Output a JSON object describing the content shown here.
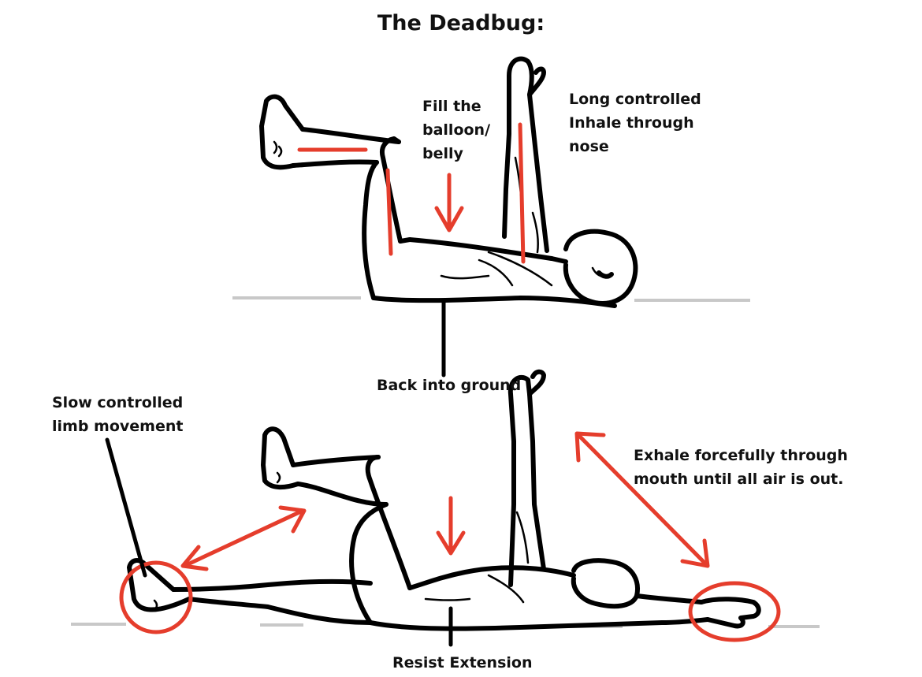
{
  "title": "The Deadbug:",
  "labels": {
    "fill_balloon": [
      "Fill the",
      "balloon/",
      "belly"
    ],
    "inhale": [
      "Long controlled",
      "Inhale through",
      "nose"
    ],
    "back_ground": "Back into ground",
    "slow_limb": [
      "Slow controlled",
      "limb movement"
    ],
    "exhale": [
      "Exhale forcefully through",
      "mouth until all air is out."
    ],
    "resist": "Resist Extension"
  },
  "colors": {
    "accent": "#e53d2c",
    "ink": "#000000",
    "ground": "#c8c8c8"
  }
}
